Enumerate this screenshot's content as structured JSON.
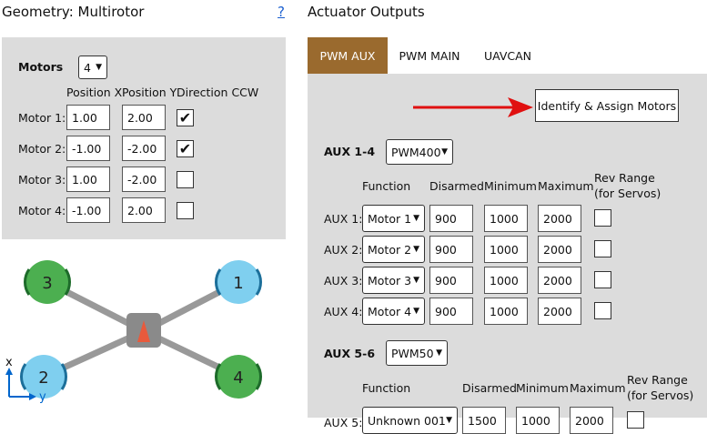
{
  "geometry": {
    "title": "Geometry: Multirotor",
    "help": "?",
    "motors_label": "Motors",
    "motors_count": "4",
    "headers": [
      "Position X",
      "Position Y",
      "Direction CCW"
    ],
    "rows": [
      {
        "label": "Motor 1:",
        "x": "1.00",
        "y": "2.00",
        "ccw": true
      },
      {
        "label": "Motor 2:",
        "x": "-1.00",
        "y": "-2.00",
        "ccw": true
      },
      {
        "label": "Motor 3:",
        "x": "1.00",
        "y": "-2.00",
        "ccw": false
      },
      {
        "label": "Motor 4:",
        "x": "-1.00",
        "y": "2.00",
        "ccw": false
      }
    ],
    "diagram": {
      "motors": [
        {
          "n": "3",
          "color": "#4caf50"
        },
        {
          "n": "1",
          "color": "#7fcfef"
        },
        {
          "n": "2",
          "color": "#7fcfef"
        },
        {
          "n": "4",
          "color": "#4caf50"
        }
      ],
      "axis_x": "x",
      "axis_y": "y"
    }
  },
  "actuators": {
    "title": "Actuator Outputs",
    "tabs": [
      "PWM AUX",
      "PWM MAIN",
      "UAVCAN"
    ],
    "identify_button": "Identify & Assign Motors",
    "group1": {
      "label": "AUX 1-4",
      "rate": "PWM400",
      "headers": {
        "function": "Function",
        "disarmed": "Disarmed",
        "minimum": "Minimum",
        "maximum": "Maximum",
        "rev1": "Rev Range",
        "rev2": "(for Servos)"
      },
      "rows": [
        {
          "label": "AUX 1:",
          "function": "Motor 1",
          "disarmed": "900",
          "min": "1000",
          "max": "2000"
        },
        {
          "label": "AUX 2:",
          "function": "Motor 2",
          "disarmed": "900",
          "min": "1000",
          "max": "2000"
        },
        {
          "label": "AUX 3:",
          "function": "Motor 3",
          "disarmed": "900",
          "min": "1000",
          "max": "2000"
        },
        {
          "label": "AUX 4:",
          "function": "Motor 4",
          "disarmed": "900",
          "min": "1000",
          "max": "2000"
        }
      ]
    },
    "group2": {
      "label": "AUX 5-6",
      "rate": "PWM50",
      "headers": {
        "function": "Function",
        "disarmed": "Disarmed",
        "minimum": "Minimum",
        "maximum": "Maximum",
        "rev1": "Rev Range",
        "rev2": "(for Servos)"
      },
      "row_partial": {
        "label": "AUX 5:",
        "function": "Unknown 001",
        "disarmed": "1500",
        "min": "1000",
        "max": "2000"
      }
    }
  },
  "colors": {
    "accent_tab": "#9a6a2e",
    "panel": "#dcdcdc",
    "arrow": "#e01010"
  }
}
